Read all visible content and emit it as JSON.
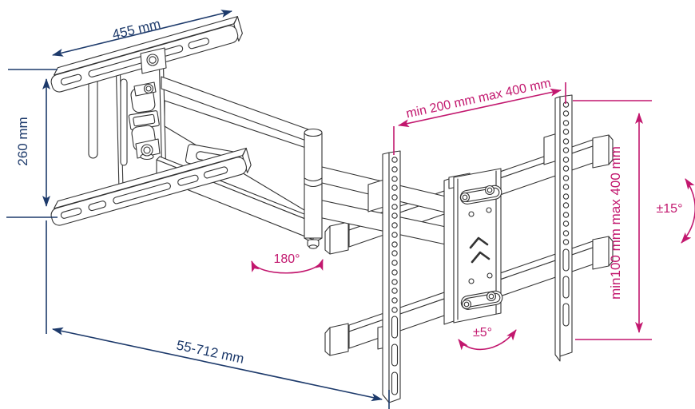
{
  "diagram": {
    "type": "technical-line-drawing",
    "subject": "Articulating TV wall mount bracket — dimensional drawing",
    "background": "#ffffff",
    "colors": {
      "linework": "#333333",
      "dimension_blue": "#1d3a6b",
      "dimension_magenta": "#c2176e"
    },
    "dims": {
      "tv_plate_width": {
        "label": "455 mm"
      },
      "tv_plate_height": {
        "label": "260 mm"
      },
      "arm_extension": {
        "label": "55-712 mm"
      },
      "wall_rail_spacing": {
        "label": "min 200 mm max 400 mm"
      },
      "wall_rail_height": {
        "label": "min100 mm max 400 mm"
      },
      "swivel_angle": {
        "label": "180°"
      },
      "tilt_angle": {
        "label": "±15°"
      },
      "level_angle": {
        "label": "±5°"
      }
    }
  }
}
